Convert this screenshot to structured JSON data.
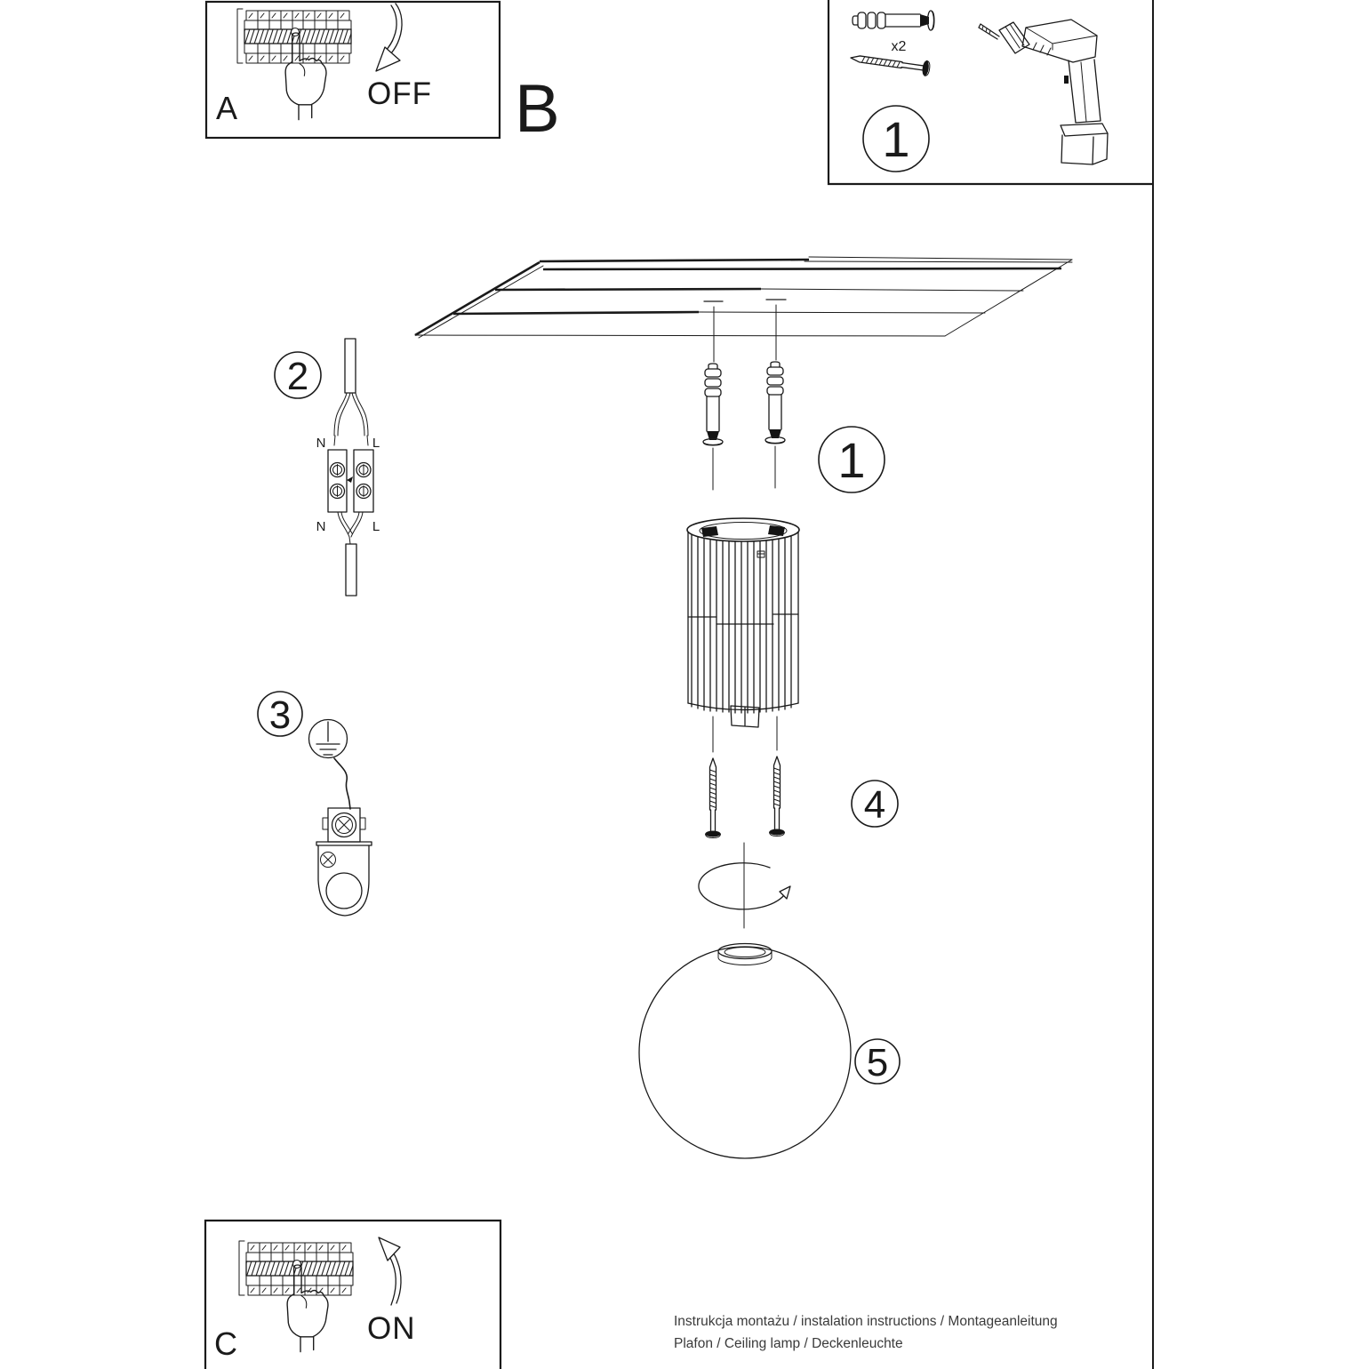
{
  "colors": {
    "ink": "#1a1a1a",
    "paper": "#ffffff",
    "footer_text": "#3a3a3a"
  },
  "panels": {
    "a": {
      "label": "A",
      "action": "OFF"
    },
    "b": {
      "label": "B"
    },
    "c": {
      "label": "C",
      "action": "ON"
    }
  },
  "toolbox": {
    "step": "1",
    "quantity": "x2"
  },
  "steps": {
    "s1": "1",
    "s2": "2",
    "s3": "3",
    "s4": "4",
    "s5": "5"
  },
  "wiring": {
    "top_left": "N",
    "top_right": "L",
    "bottom_left": "N",
    "bottom_right": "L"
  },
  "footer": {
    "line1": "Instrukcja montażu / instalation instructions / Montageanleitung",
    "line2": "Plafon / Ceiling lamp / Deckenleuchte"
  }
}
